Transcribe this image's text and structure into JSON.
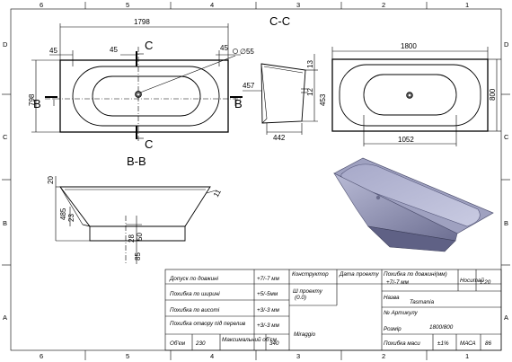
{
  "grid": {
    "cols_top": [
      "6",
      "5",
      "4",
      "3",
      "2",
      "1"
    ],
    "cols_bottom": [
      "6",
      "5",
      "4",
      "3",
      "2",
      "1"
    ],
    "rows_left": [
      "D",
      "C",
      "B",
      "A"
    ],
    "rows_right": [
      "D",
      "C",
      "B",
      "A"
    ]
  },
  "top_view": {
    "dim_length": "1798",
    "dim_45_left": "45",
    "dim_45_mid": "45",
    "dim_45_right": "45",
    "dim_width": "798",
    "dim_drain": "∅55",
    "section_cut_top": "C",
    "section_cut_bottom": "C",
    "section_left": "B",
    "section_right": "B",
    "section_label_bb": "B-B"
  },
  "section_cc": {
    "title": "C-C",
    "dim_13": "13",
    "dim_457": "457",
    "dim_453": "453",
    "dim_12": "12",
    "dim_442": "442"
  },
  "right_view": {
    "dim_1800": "1800",
    "dim_800": "800",
    "dim_1052": "1052"
  },
  "section_bb": {
    "dim_20": "20",
    "dim_11": "11",
    "dim_485": "485",
    "dim_23": "23",
    "dim_28": "28",
    "dim_50": "50",
    "dim_85": "85"
  },
  "title_block": {
    "tol_length_label": "Допуск по довжині",
    "tol_length_value": "+7/-7 мм",
    "tol_width_label": "Похибка по ширині",
    "tol_width_value": "+5/-5мм",
    "tol_height_label": "Похибка по висоті",
    "tol_height_value": "+3/-3 мм",
    "tol_overflow_label": "Похибка отвору під перелив",
    "tol_overflow_value": "+3/-3 мм",
    "volume_label": "Об'єм",
    "volume_value": "230",
    "max_volume_label": "Максимальний об'єм",
    "max_volume_value": "340",
    "constructor_label": "Конструктор",
    "date_label": "Дата проекту",
    "length_tol_label": "Похибка по довжині(мм)",
    "length_tol_value": "+7/-7 мм",
    "carrier_label": "Носитай",
    "scale": "1:20",
    "project_label": "Ш проекту",
    "project_value": "(0.0)",
    "name_label": "Назва",
    "name_value": "Tasmania",
    "article_label": "№ Артикулу",
    "brand": "Miraggio",
    "size_label": "Розмір",
    "size_value": "1800/800",
    "height_tol_label": "Похибка маси",
    "height_tol_value": "±1%",
    "mass_label": "МАСА",
    "mass_value": "86"
  }
}
